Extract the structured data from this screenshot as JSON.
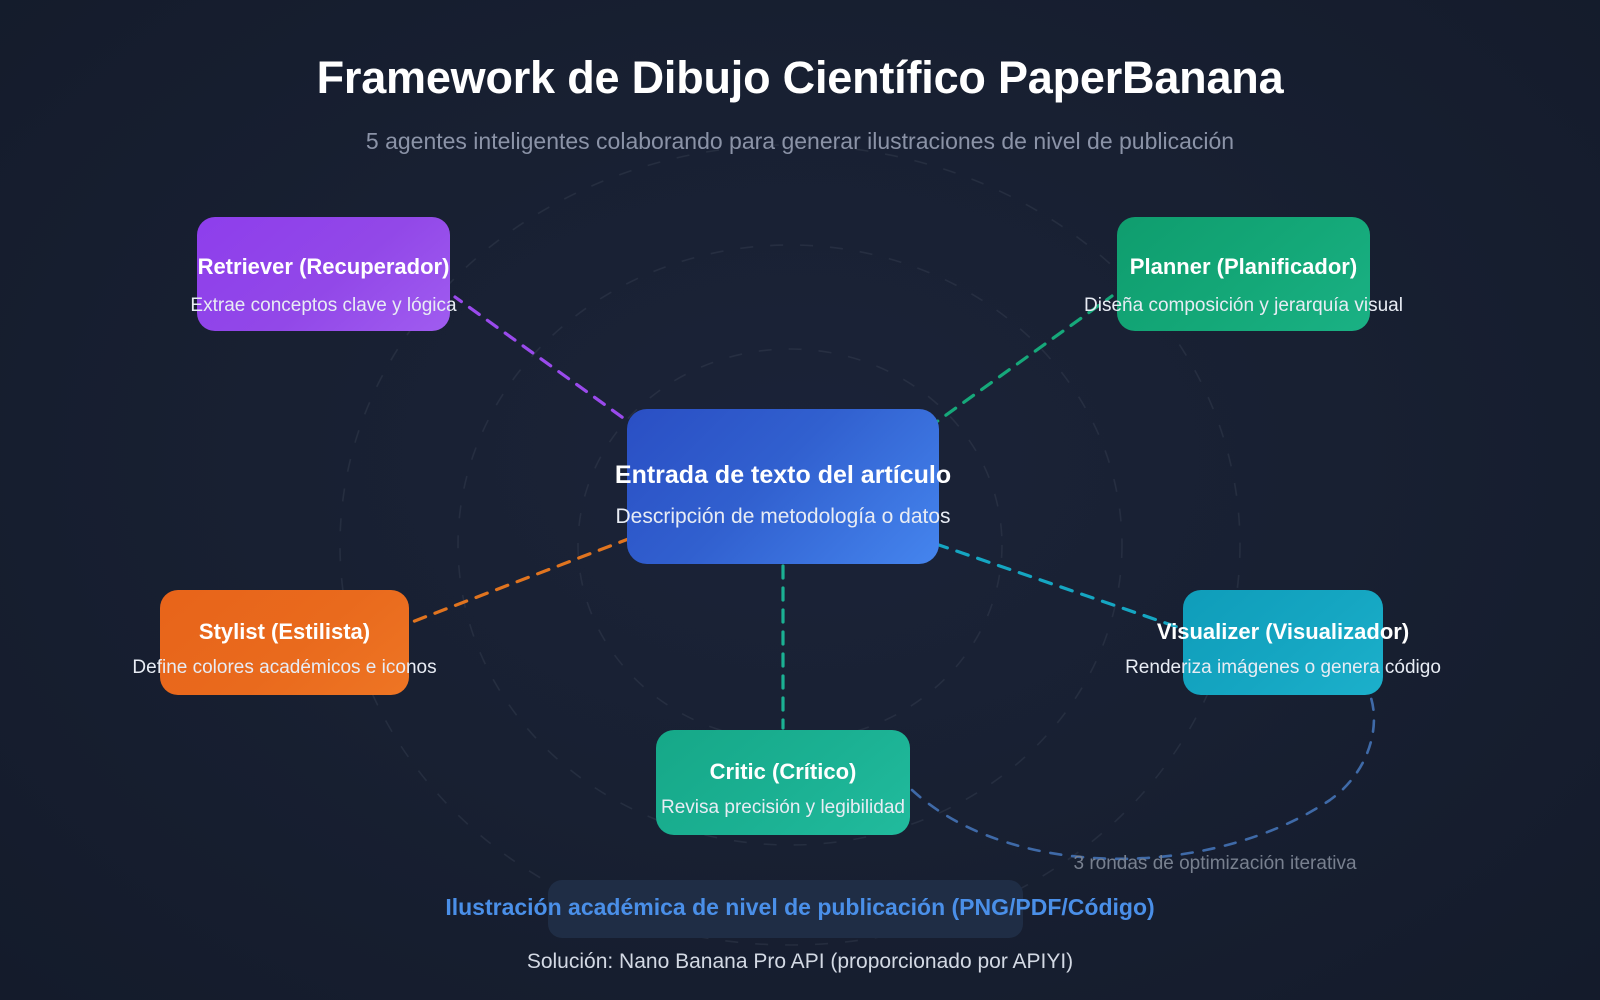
{
  "header": {
    "title": "Framework de Dibujo Científico PaperBanana",
    "subtitle": "5 agentes inteligentes colaborando para generar ilustraciones de nivel de publicación"
  },
  "center_node": {
    "title": "Entrada de texto del artículo",
    "subtitle": "Descripción de metodología o datos",
    "color": "#3160cf"
  },
  "agents": [
    {
      "id": "retriever",
      "title": "Retriever (Recuperador)",
      "subtitle": "Extrae conceptos clave y lógica",
      "color": "#9248e8"
    },
    {
      "id": "planner",
      "title": "Planner (Planificador)",
      "subtitle": "Diseña composición y jerarquía visual",
      "color": "#14a878"
    },
    {
      "id": "stylist",
      "title": "Stylist (Estilista)",
      "subtitle": "Define colores académicos e iconos",
      "color": "#e96a1d"
    },
    {
      "id": "visualizer",
      "title": "Visualizer (Visualizador)",
      "subtitle": "Renderiza imágenes o genera código",
      "color": "#15a6c2"
    },
    {
      "id": "critic",
      "title": "Critic (Crítico)",
      "subtitle": "Revisa precisión y legibilidad",
      "color": "#1bb193"
    }
  ],
  "loop": {
    "caption": "3 rondas de optimización iterativa",
    "color": "#3f6aa8"
  },
  "output": {
    "label": "Ilustración académica de nivel de publicación (PNG/PDF/Código)",
    "color": "#4a8fe8"
  },
  "footer": {
    "text": "Solución: Nano Banana Pro API (proporcionado por APIYI)"
  },
  "background": {
    "color": "#141b2b"
  }
}
